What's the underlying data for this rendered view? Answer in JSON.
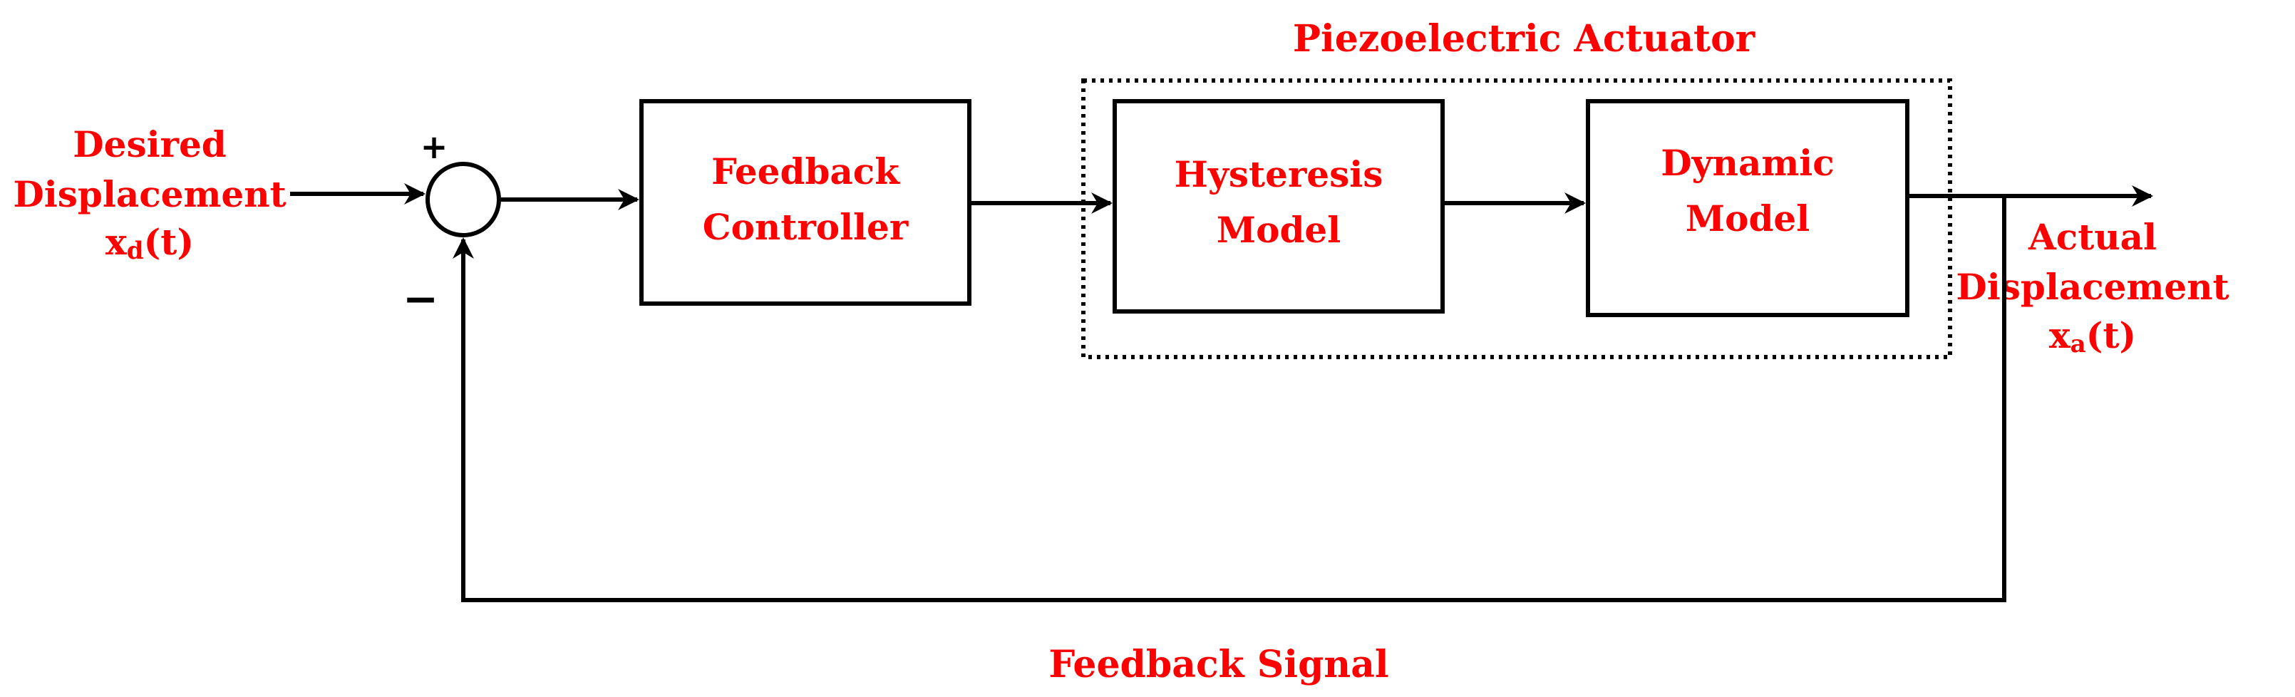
{
  "input": {
    "line1": "Desired",
    "line2": "Displacement",
    "symbol": "x",
    "subscript": "d",
    "arg": "(t)"
  },
  "summing_junction": {
    "plus": "+",
    "minus": "−"
  },
  "blocks": {
    "controller": {
      "line1": "Feedback",
      "line2": "Controller"
    },
    "hysteresis": {
      "line1": "Hysteresis",
      "line2": "Model"
    },
    "dynamic": {
      "line1": "Dynamic",
      "line2": "Model"
    }
  },
  "group_label": "Piezoelectric Actuator",
  "output": {
    "line1": "Actual",
    "line2": "Displacement",
    "symbol": "x",
    "subscript": "a",
    "arg": "(t)"
  },
  "feedback_label": "Feedback Signal",
  "colors": {
    "label": "#ff0000",
    "line": "#000000"
  }
}
